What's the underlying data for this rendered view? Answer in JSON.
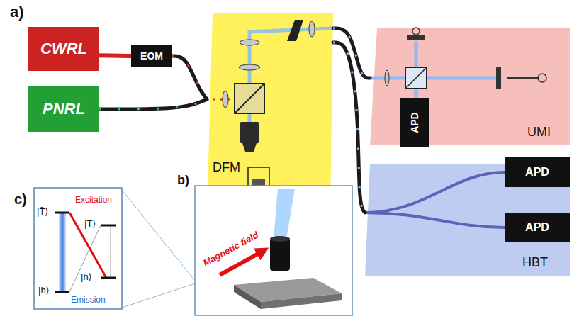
{
  "diagram": {
    "nodes": [
      {
        "text": [
          "CWRL"
        ]
      },
      {
        "text": [
          "EOM"
        ]
      },
      {
        "text": [
          "PNRL"
        ]
      },
      {
        "text": [
          "DFM"
        ]
      },
      {
        "text": [
          "UMI"
        ]
      },
      {
        "text": [
          "APD"
        ],
        "in": 4
      },
      {
        "text": [
          "HBT"
        ]
      },
      {
        "text": [
          "APD"
        ],
        "in": 6
      },
      {
        "text": [
          "APD"
        ],
        "in": 6
      }
    ],
    "edges": [
      {
        "from": 0,
        "to": 1,
        "arrow": "none"
      },
      {
        "from": 1,
        "to": 3,
        "arrow": "none"
      },
      {
        "from": 2,
        "to": 3,
        "arrow": "none"
      },
      {
        "from": 3,
        "to": 4,
        "arrow": "none"
      },
      {
        "from": 3,
        "to": 6,
        "arrow": "none"
      }
    ],
    "labels": [
      "a)",
      "b)",
      "c)",
      "Magnetic field",
      "Excitation",
      "Emission",
      "|T̄⟩",
      "|T⟩",
      "|h̄⟩",
      "|h⟩"
    ]
  }
}
